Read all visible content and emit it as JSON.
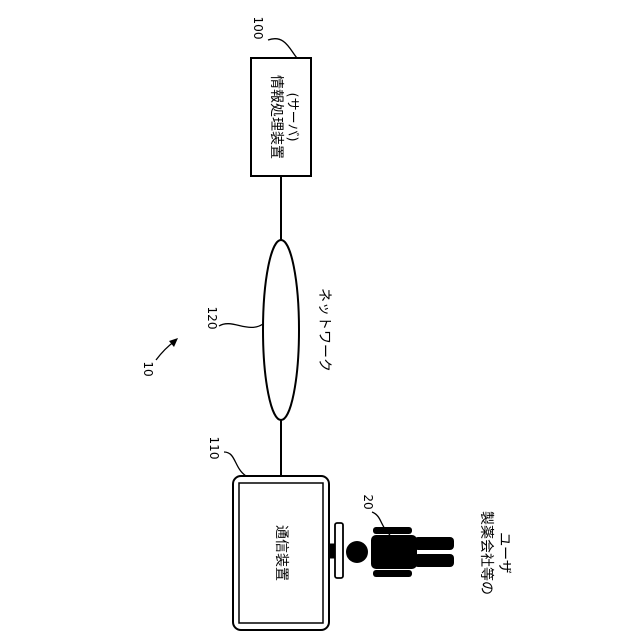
{
  "server": {
    "ref": "100",
    "label_line1": "情報処理装置",
    "label_line2": "(サーバ)"
  },
  "network": {
    "ref": "120",
    "label": "ネットワーク"
  },
  "terminal": {
    "ref": "110",
    "label": "通信装置"
  },
  "user": {
    "ref": "20",
    "label_line1": "製薬会社等の",
    "label_line2": "ユーザ"
  },
  "system": {
    "ref": "10"
  }
}
